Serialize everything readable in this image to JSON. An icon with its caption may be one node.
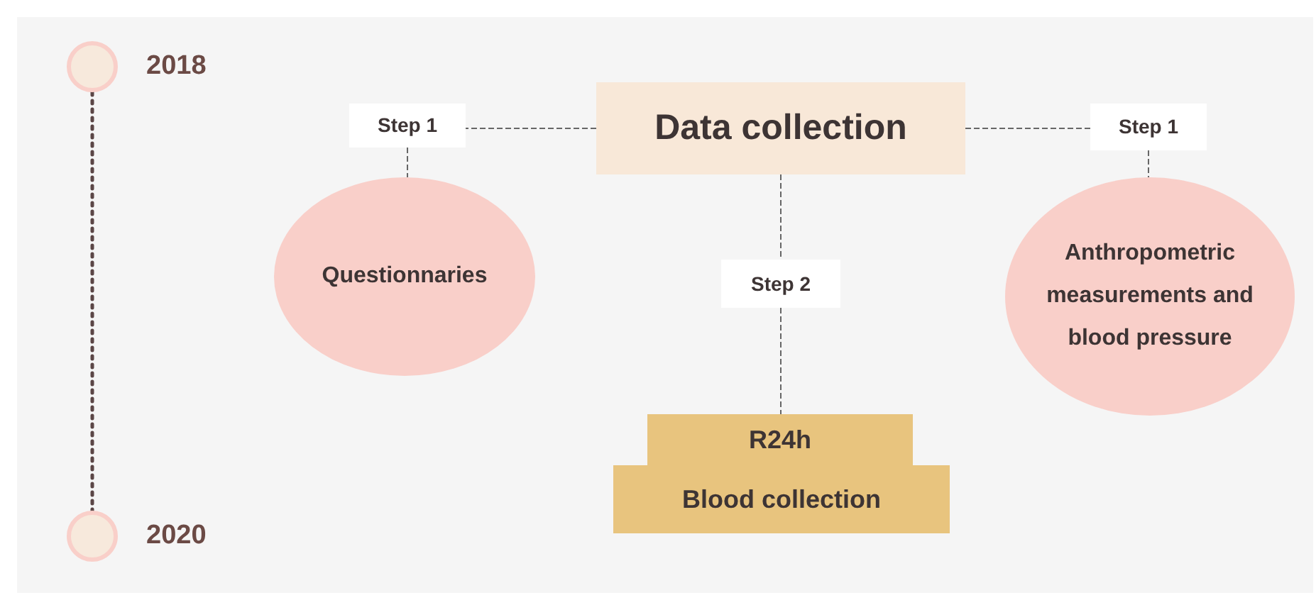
{
  "diagram": {
    "nodes": [
      {
        "text": [],
        "shape": "circle",
        "beside": [
          "2018"
        ]
      },
      {
        "text": [],
        "shape": "circle",
        "beside": [
          "2020"
        ]
      },
      {
        "text": [
          "Data collection"
        ]
      },
      {
        "text": [
          "Step 1"
        ]
      },
      {
        "text": [
          "Questionnaries"
        ]
      },
      {
        "text": [
          "Step 2"
        ]
      },
      {
        "text": [
          "R24h"
        ]
      },
      {
        "text": [
          "Blood collection"
        ]
      },
      {
        "text": [
          "Step 1"
        ]
      },
      {
        "text": [
          "Anthropometric measurements and blood pressure"
        ]
      }
    ],
    "edges": [
      {
        "from": 0,
        "to": 1,
        "arrow": "none",
        "style": "dashed",
        "color": "#5b4646"
      },
      {
        "from": 2,
        "to": 3,
        "arrow": "none",
        "style": "dashed"
      },
      {
        "from": 3,
        "to": 4,
        "arrow": "none",
        "style": "dashed"
      },
      {
        "from": 2,
        "to": 8,
        "arrow": "none",
        "style": "dashed"
      },
      {
        "from": 8,
        "to": 9,
        "arrow": "none",
        "style": "dashed"
      },
      {
        "from": 2,
        "to": 5,
        "arrow": "none",
        "style": "dashed"
      },
      {
        "from": 5,
        "to": 6,
        "arrow": "none",
        "style": "dashed"
      }
    ]
  }
}
